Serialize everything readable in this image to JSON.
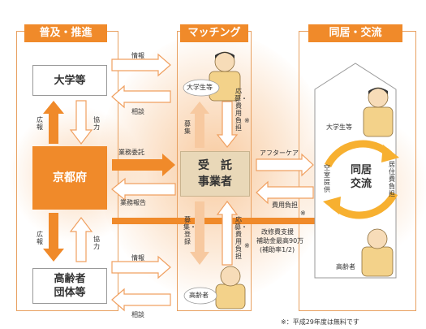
{
  "columns": {
    "left": "普及・推進",
    "middle": "マッチング",
    "right": "同居・交流"
  },
  "boxes": {
    "university": "大学等",
    "kyoto": "京都府",
    "elderly_group_line1": "高齢者",
    "elderly_group_line2": "団体等",
    "contractor_line1": "受　託",
    "contractor_line2": "事業者",
    "cohab_line1": "同居",
    "cohab_line2": "交流"
  },
  "labels": {
    "info_top": "情報",
    "consult_top": "相談",
    "info_bottom": "情報",
    "consult_bottom": "相談",
    "pr_top": "広報",
    "coop_top": "協力",
    "pr_bottom": "広報",
    "coop_bottom": "協力",
    "outsourcing": "業務委託",
    "report": "業務報告",
    "recruit_top": "募集",
    "apply_top": "応募・費用負担",
    "apply_top_mark": "※",
    "recruit_bottom": "募集・登録",
    "apply_bottom": "応募・費用負担",
    "apply_bottom_mark": "※",
    "aftercare": "アフターケア",
    "cost_burden": "費用負担",
    "cost_burden_mark": "※",
    "renovation_1": "改修費支援",
    "renovation_2": "補助金最高90万",
    "renovation_3": "(補助率1/2)",
    "space_provision": "空室提供",
    "rent_burden": "居住費負担",
    "student_bubble": "大学生等",
    "elderly_bubble": "高齢者",
    "student_house": "大学生等",
    "elderly_house": "高齢者"
  },
  "footnote": "※：平成29年度は無料です",
  "colors": {
    "orange": "#f08a2a",
    "light_orange": "#f7c9a0",
    "arrow_outline": "#f0a060",
    "contractor_fill": "#e9d8b8"
  }
}
